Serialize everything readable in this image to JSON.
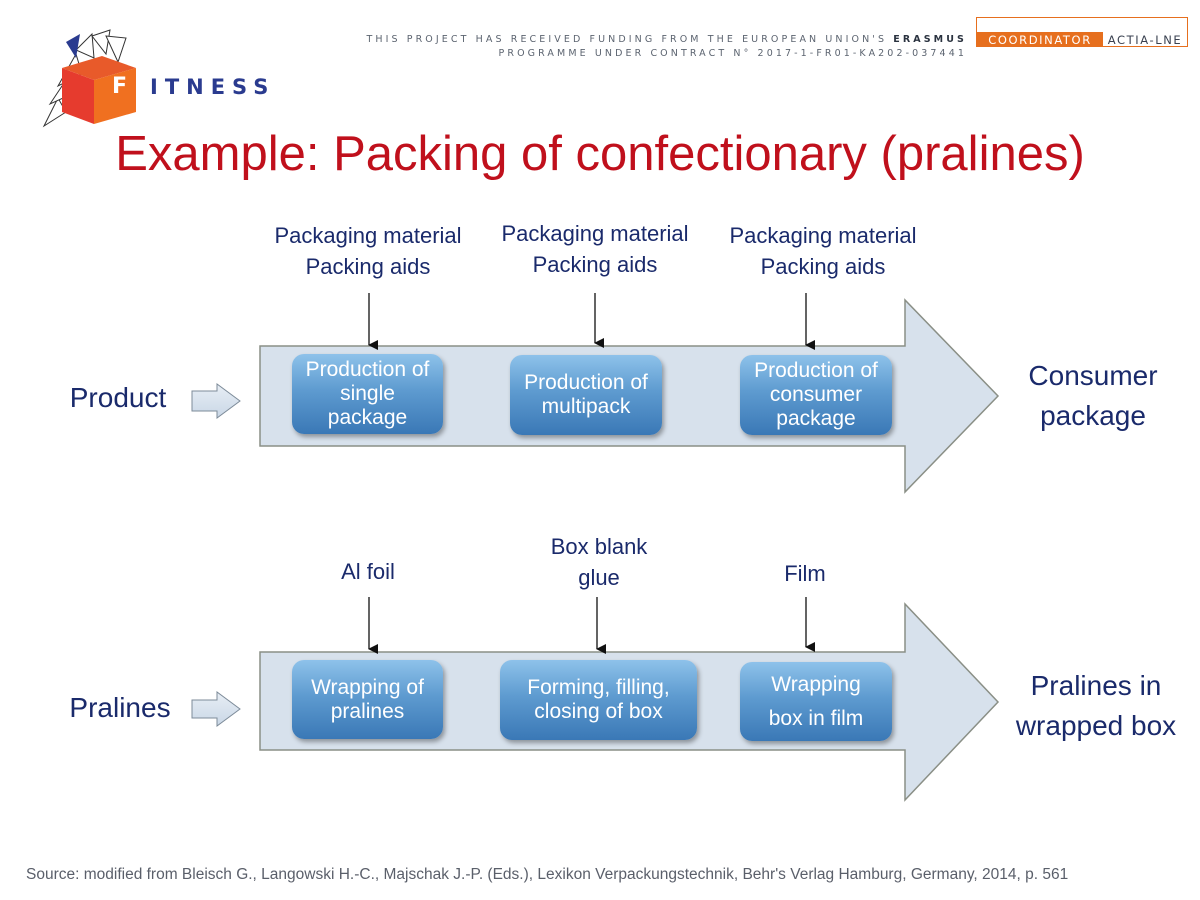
{
  "header": {
    "funding_line1_prefix": "THIS PROJECT HAS RECEIVED FUNDING FROM THE EUROPEAN UNION'S",
    "funding_line1_bold": "ERASMUS",
    "funding_line2": "PROGRAMME UNDER CONTRACT N° 2017-1-FR01-KA202-037441",
    "coordinator_label": "COORDINATOR",
    "coordinator_value": "ACTIA-LNE",
    "logo_text": "ITNESS",
    "logo_letter": "F"
  },
  "title": "Example: Packing of confectionary (pralines)",
  "diagram": {
    "row1": {
      "input": "Product",
      "output_line1": "Consumer",
      "output_line2": "package",
      "inputs": [
        {
          "line1": "Packaging material",
          "line2": "Packing aids"
        },
        {
          "line1": "Packaging material",
          "line2": "Packing aids"
        },
        {
          "line1": "Packaging material",
          "line2": "Packing aids"
        }
      ],
      "steps": [
        "Production of\nsingle\npackage",
        "Production of\nmultipack",
        "Production of\nconsumer\npackage"
      ]
    },
    "row2": {
      "input": "Pralines",
      "output_line1": "Pralines in",
      "output_line2": "wrapped box",
      "inputs": [
        {
          "line1": "Al foil",
          "line2": ""
        },
        {
          "line1": "Box blank",
          "line2": "glue"
        },
        {
          "line1": "Film",
          "line2": ""
        }
      ],
      "steps": [
        "Wrapping of\npralines",
        "Forming, filling,\nclosing of box",
        "Wrapping\nbox in film"
      ]
    }
  },
  "source": "Source:  modified from Bleisch G., Langowski H.-C., Majschak J.-P. (Eds.), Lexikon Verpackungstechnik, Behr's Verlag Hamburg, Germany, 2014, p. 561",
  "colors": {
    "title": "#c0101c",
    "label": "#1a2a6b",
    "accent_orange": "#e66f1e",
    "arrow_fill": "#d7e1ec",
    "box_blue": "#5e9bd0"
  }
}
